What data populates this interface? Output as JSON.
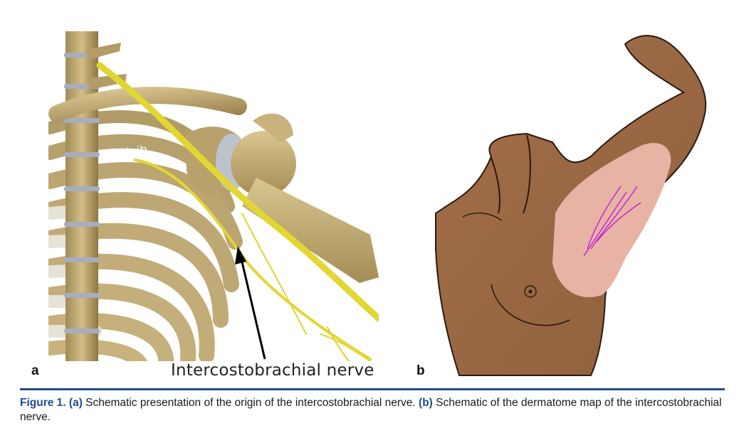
{
  "figure": {
    "panel_a_letter": "a",
    "panel_b_letter": "b",
    "rib_label_number": "2",
    "rib_label_superscript": "nd",
    "rib_label_word": " rib",
    "nerve_label": "Intercostobrachial nerve"
  },
  "caption": {
    "lead": "Figure 1.",
    "part_a_tag": "(a)",
    "part_a_text": " Schematic presentation of the origin of the intercostobrachial nerve. ",
    "part_b_tag": "(b)",
    "part_b_text": " Schematic of the dermatome map of the intercostobrachial nerve."
  },
  "colors": {
    "bone": "#c9b27a",
    "bone_shadow": "#9c8450",
    "cartilage": "#e4e0d4",
    "nerve": "#e2d632",
    "skin": "#9c6a45",
    "dermatome": "#e8b3a4",
    "nerve_branch": "#c21ed6",
    "caption_accent": "#1f4e8c"
  }
}
